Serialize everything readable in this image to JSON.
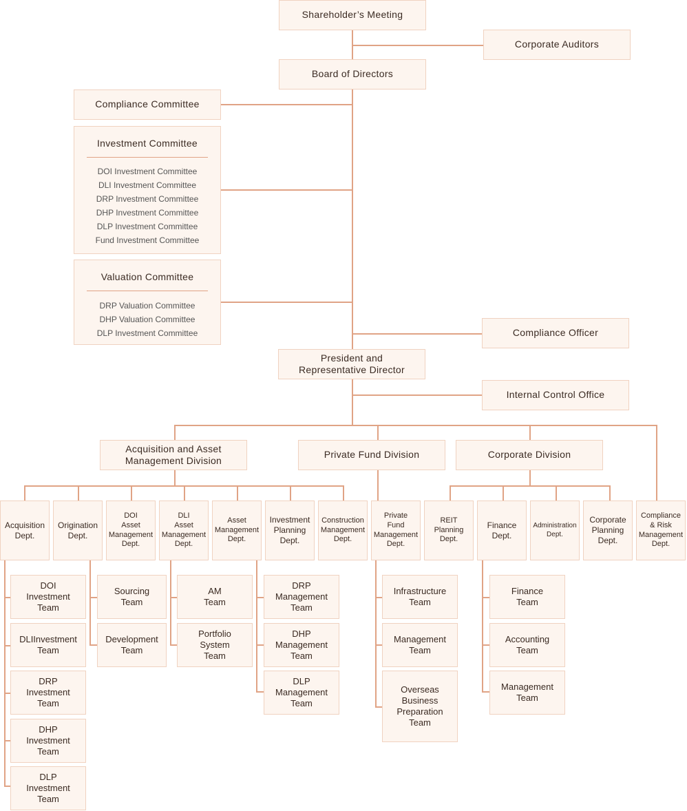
{
  "top": {
    "shareholders": "Shareholder’s Meeting",
    "auditors": "Corporate Auditors",
    "board": "Board of Directors",
    "compliance_committee": "Compliance Committee",
    "compliance_officer": "Compliance Officer",
    "president": "President and\nRepresentative Director",
    "internal_control": "Internal Control Office"
  },
  "investment_committee": {
    "title": "Investment Committee",
    "items": [
      "DOI Investment Committee",
      "DLI Investment Committee",
      "DRP Investment Committee",
      "DHP Investment Committee",
      "DLP Investment Committee",
      "Fund Investment Committee"
    ]
  },
  "valuation_committee": {
    "title": "Valuation Committee",
    "items": [
      "DRP Valuation Committee",
      "DHP Valuation Committee",
      "DLP Investment Committee"
    ]
  },
  "divisions": {
    "acquisition": "Acquisition and Asset\nManagement Division",
    "private_fund": "Private Fund Division",
    "corporate": "Corporate Division"
  },
  "depts": {
    "acquisition": "Acquisition\nDept.",
    "origination": "Origination\nDept.",
    "doi_am": "DOI\nAsset\nManagement\nDept.",
    "dli_am": "DLI\nAsset\nManagement\nDept.",
    "asset_mgmt": "Asset\nManagement\nDept.",
    "inv_planning": "Investment\nPlanning\nDept.",
    "construction": "Construction\nManagement\nDept.",
    "pf_mgmt": "Private\nFund\nManagement\nDept.",
    "reit": "REIT\nPlanning\nDept.",
    "finance": "Finance\nDept.",
    "admin": "Administration\nDept.",
    "corp_planning": "Corporate\nPlanning\nDept.",
    "compliance_risk": "Compliance\n& Risk\nManagement\nDept."
  },
  "teams": {
    "acquisition": [
      "DOI\nInvestment\nTeam",
      "DLIInvestment\nTeam",
      "DRP\nInvestment\nTeam",
      "DHP\nInvestment\nTeam",
      "DLP\nInvestment\nTeam"
    ],
    "origination": [
      "Sourcing\nTeam",
      "Development\nTeam"
    ],
    "dli": [
      "AM\nTeam",
      "Portfolio\nSystem\nTeam"
    ],
    "asset_mgmt": [
      "DRP\nManagement\nTeam",
      "DHP\nManagement\nTeam",
      "DLP\nManagement\nTeam"
    ],
    "private_fund": [
      "Infrastructure\nTeam",
      "Management\nTeam",
      "Overseas\nBusiness\nPreparation\nTeam"
    ],
    "finance": [
      "Finance\nTeam",
      "Accounting\nTeam",
      "Management\nTeam"
    ]
  },
  "colors": {
    "line": "#e0a385",
    "box_fill": "#fdf5ef",
    "box_border": "#f0d2c0",
    "text": "#3a2a22"
  }
}
